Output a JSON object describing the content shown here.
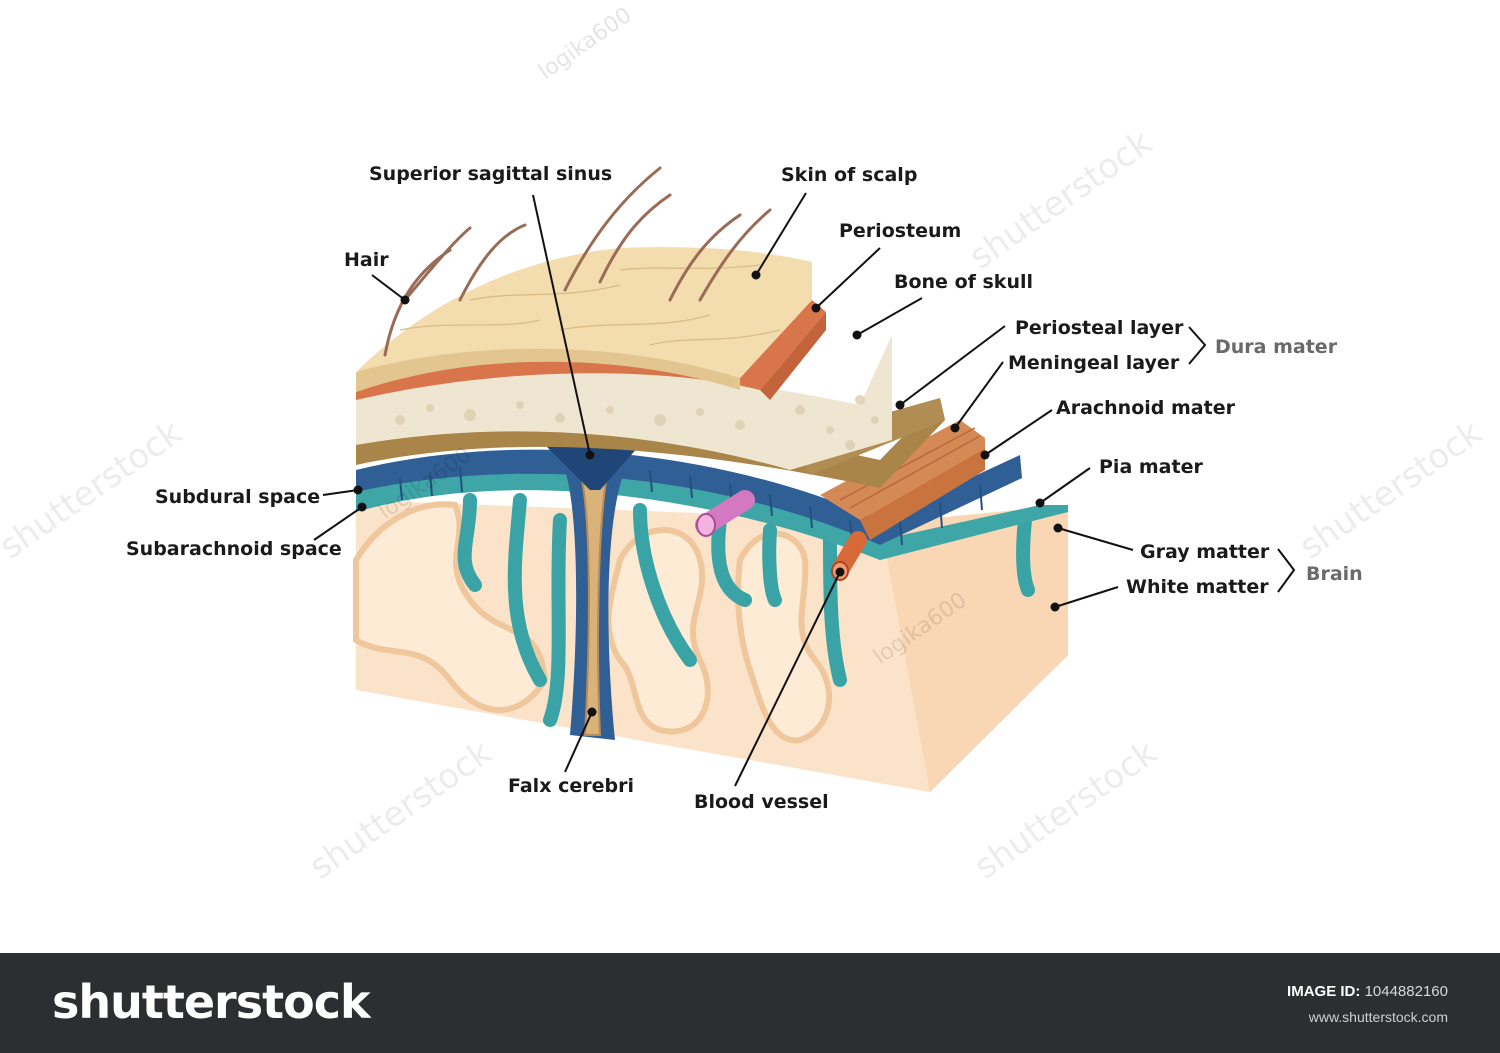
{
  "labels": {
    "superior_sagittal_sinus": "Superior sagittal sinus",
    "skin_of_scalp": "Skin of scalp",
    "hair": "Hair",
    "periosteum": "Periosteum",
    "bone_of_skull": "Bone of skull",
    "periosteal_layer": "Periosteal layer",
    "meningeal_layer": "Meningeal layer",
    "dura_mater": "Dura mater",
    "arachnoid_mater": "Arachnoid mater",
    "pia_mater": "Pia mater",
    "subdural_space": "Subdural space",
    "subarachnoid_space": "Subarachnoid space",
    "gray_matter": "Gray matter",
    "white_matter": "White matter",
    "brain": "Brain",
    "falx_cerebri": "Falx cerebri",
    "blood_vessel": "Blood vessel"
  },
  "watermarks": {
    "shutterstock": "shutterstock",
    "author": "logika600"
  },
  "footer": {
    "brand": "shutterstock",
    "image_id_label": "IMAGE ID:",
    "image_id": "1044882160",
    "site": "www.shutterstock.com"
  },
  "colors": {
    "scalp": "#f3dcae",
    "periosteum": "#d9754a",
    "bone": "#efe6d2",
    "periosteal_layer": "#a9854a",
    "meningeal_layer": "#d58a56",
    "arachnoid": "#2f5f95",
    "pia": "#3fa6a8",
    "gray_matter": "#f6c9a0",
    "white_matter": "#fde6cf",
    "footer": "#2d2e31"
  }
}
